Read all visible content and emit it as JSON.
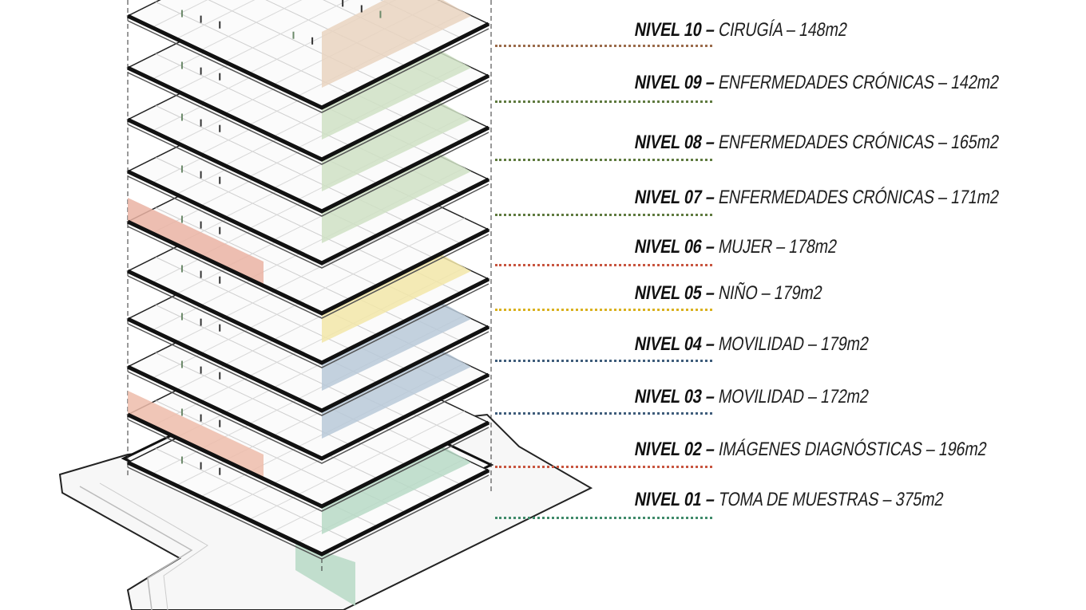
{
  "levels": [
    {
      "code": "NIVEL 10",
      "name": "CIRUGÍA",
      "area": "148m2",
      "color": "#9a6a4a"
    },
    {
      "code": "NIVEL 09",
      "name": "ENFERMEDADES CRÓNICAS",
      "area": "142m2",
      "color": "#5f7a3f"
    },
    {
      "code": "NIVEL 08",
      "name": "ENFERMEDADES CRÓNICAS",
      "area": "165m2",
      "color": "#5f7a3f"
    },
    {
      "code": "NIVEL 07",
      "name": "ENFERMEDADES CRÓNICAS",
      "area": "171m2",
      "color": "#5f7a3f"
    },
    {
      "code": "NIVEL 06",
      "name": "MUJER",
      "area": "178m2",
      "color": "#c8553f"
    },
    {
      "code": "NIVEL 05",
      "name": "NIÑO",
      "area": "179m2",
      "color": "#d9b11e"
    },
    {
      "code": "NIVEL 04",
      "name": "MOVILIDAD",
      "area": "179m2",
      "color": "#3e5c7a"
    },
    {
      "code": "NIVEL 03",
      "name": "MOVILIDAD",
      "area": "172m2",
      "color": "#3e5c7a"
    },
    {
      "code": "NIVEL 02",
      "name": "IMÁGENES DIAGNÓSTICAS",
      "area": "196m2",
      "color": "#c8553f"
    },
    {
      "code": "NIVEL 01",
      "name": "TOMA DE MUESTRAS",
      "area": "375m2",
      "color": "#3f8a6a"
    }
  ],
  "zone_colors": {
    "cirugia": "#e9d3bf",
    "cronicas": "#cfe0c4",
    "mujer": "#eab3a3",
    "nino": "#f2e6a8",
    "movilidad": "#b9c9d8",
    "imagenes": "#edbcaa",
    "muestras": "#b7d9c6"
  },
  "separator": " – "
}
